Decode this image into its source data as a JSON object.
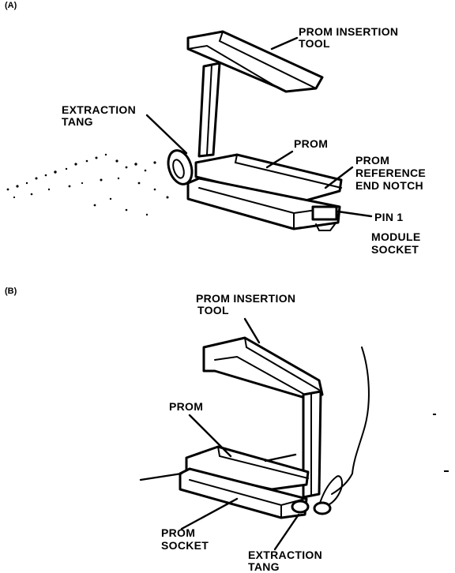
{
  "panels": [
    {
      "tag": "(A)",
      "labels": {
        "insertion_tool": [
          "PROM INSERTION",
          "TOOL"
        ],
        "extraction_tang": [
          "EXTRACTION",
          "TANG"
        ],
        "prom": "PROM",
        "reference_notch": [
          "PROM",
          "REFERENCE",
          "END NOTCH"
        ],
        "pin1": "PIN 1",
        "module_socket": [
          "MODULE",
          "SOCKET"
        ]
      }
    },
    {
      "tag": "(B)",
      "labels": {
        "insertion_tool": [
          "PROM INSERTION",
          "TOOL"
        ],
        "prom": "PROM",
        "prom_socket": [
          "PROM",
          "SOCKET"
        ],
        "extraction_tang": [
          "EXTRACTION",
          "TANG"
        ]
      }
    }
  ],
  "colors": {
    "ink": "#000000",
    "paper": "#ffffff"
  }
}
